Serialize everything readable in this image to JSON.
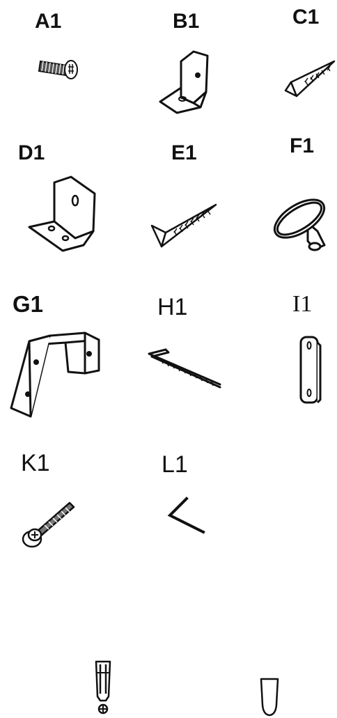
{
  "parts": [
    {
      "id": "A1",
      "label": "A1",
      "icon": "screw-bolt-icon"
    },
    {
      "id": "B1",
      "label": "B1",
      "icon": "small-angle-bracket-icon"
    },
    {
      "id": "C1",
      "label": "C1",
      "icon": "short-wood-screw-icon"
    },
    {
      "id": "D1",
      "label": "D1",
      "icon": "angle-bracket-icon"
    },
    {
      "id": "E1",
      "label": "E1",
      "icon": "long-wood-screw-icon"
    },
    {
      "id": "F1",
      "label": "F1",
      "icon": "knob-icon"
    },
    {
      "id": "G1",
      "label": "G1",
      "icon": "bent-strap-bracket-icon"
    },
    {
      "id": "H1",
      "label": "H1",
      "icon": "hex-key-icon"
    },
    {
      "id": "I1",
      "label": "I1",
      "icon": "flat-plate-icon"
    },
    {
      "id": "K1",
      "label": "K1",
      "icon": "bolt-with-washer-icon"
    },
    {
      "id": "L1",
      "label": "L1",
      "icon": "small-hex-key-icon"
    }
  ],
  "loose_parts": [
    {
      "icon": "wall-anchor-icon"
    },
    {
      "icon": "cap-plug-icon"
    }
  ]
}
